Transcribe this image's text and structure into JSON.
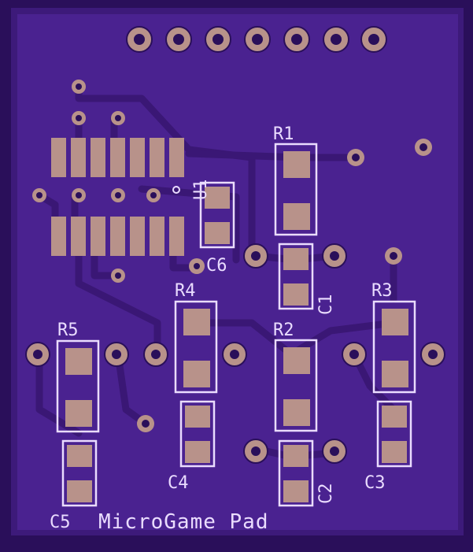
{
  "board": {
    "title": "MicroGame Pad",
    "colors": {
      "board": "#3d1a7a",
      "copper": "#522a9a",
      "trace": "#4a2090",
      "pad": "#b8928a",
      "silk": "#eadcff",
      "edge": "#2a0f5a"
    }
  },
  "labels": {
    "r1": "R1",
    "r2": "R2",
    "r3": "R3",
    "r4": "R4",
    "r5": "R5",
    "c1": "C1",
    "c2": "C2",
    "c3": "C3",
    "c4": "C4",
    "c5": "C5",
    "c6": "C6",
    "u1": "U1"
  }
}
